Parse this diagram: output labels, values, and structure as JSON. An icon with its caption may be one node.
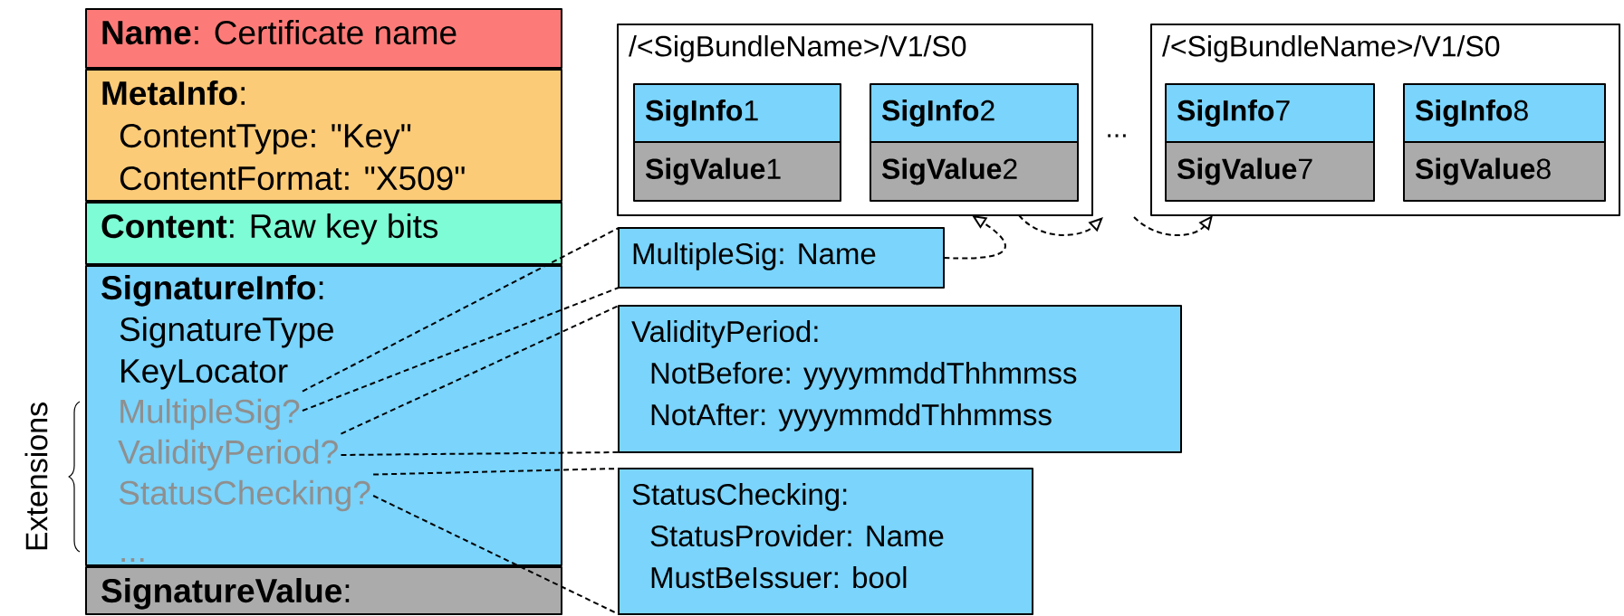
{
  "diagram": {
    "nodes": [
      {
        "text": [
          "**Name**: Certificate name"
        ]
      },
      {
        "text": [
          "**MetaInfo**:",
          "ContentType: \"Key\"",
          "ContentFormat: \"X509\""
        ]
      },
      {
        "text": [
          "**Content**: Raw key bits"
        ]
      },
      {
        "text": [
          "**SignatureInfo**:",
          "SignatureType",
          "KeyLocator",
          "..."
        ]
      },
      {
        "text": [
          "MultipleSig?"
        ],
        "in": 3
      },
      {
        "text": [
          "ValidityPeriod?"
        ],
        "in": 3
      },
      {
        "text": [
          "StatusChecking?"
        ],
        "in": 3
      },
      {
        "text": [
          "**SignatureValue**:"
        ]
      },
      {
        "text": [
          "/<SigBundleName>/V1/S0"
        ]
      },
      {
        "text": [
          "**SigInfo**1"
        ],
        "in": 8
      },
      {
        "text": [
          "**SigValue**1"
        ],
        "in": 8
      },
      {
        "text": [
          "**SigInfo**2"
        ],
        "in": 8
      },
      {
        "text": [
          "**SigValue**2"
        ],
        "in": 8
      },
      {
        "text": [
          "/<SigBundleName>/V1/S0"
        ]
      },
      {
        "text": [
          "**SigInfo**7"
        ],
        "in": 13
      },
      {
        "text": [
          "**SigValue**7"
        ],
        "in": 13
      },
      {
        "text": [
          "**SigInfo**8"
        ],
        "in": 13
      },
      {
        "text": [
          "**SigValue**8"
        ],
        "in": 13
      },
      {
        "text": [
          "MultipleSig: Name"
        ]
      },
      {
        "text": [
          "ValidityPeriod:",
          "NotBefore: yyyymmddThhmmss",
          "NotAfter: yyyymmddThhmmss"
        ]
      },
      {
        "text": [
          "StatusChecking:",
          "StatusProvider: Name",
          "MustBeIssuer: bool"
        ]
      }
    ],
    "edges": [
      {
        "from": 4,
        "to": 18,
        "arrow": "none",
        "style": "dashed"
      },
      {
        "from": 4,
        "to": 18,
        "arrow": "none",
        "style": "dashed"
      },
      {
        "from": 5,
        "to": 19,
        "arrow": "none",
        "style": "dashed"
      },
      {
        "from": 5,
        "to": 19,
        "arrow": "none",
        "style": "dashed"
      },
      {
        "from": 6,
        "to": 20,
        "arrow": "none",
        "style": "dashed"
      },
      {
        "from": 6,
        "to": 20,
        "arrow": "none",
        "style": "dashed"
      },
      {
        "from": 18,
        "to": 8,
        "arrow": "to",
        "style": "dashed"
      },
      {
        "from": 8,
        "to": null,
        "arrow": "to",
        "style": "dashed"
      },
      {
        "from": null,
        "to": 13,
        "arrow": "to",
        "style": "dashed"
      }
    ],
    "labels": [
      "...",
      "Extensions"
    ]
  }
}
